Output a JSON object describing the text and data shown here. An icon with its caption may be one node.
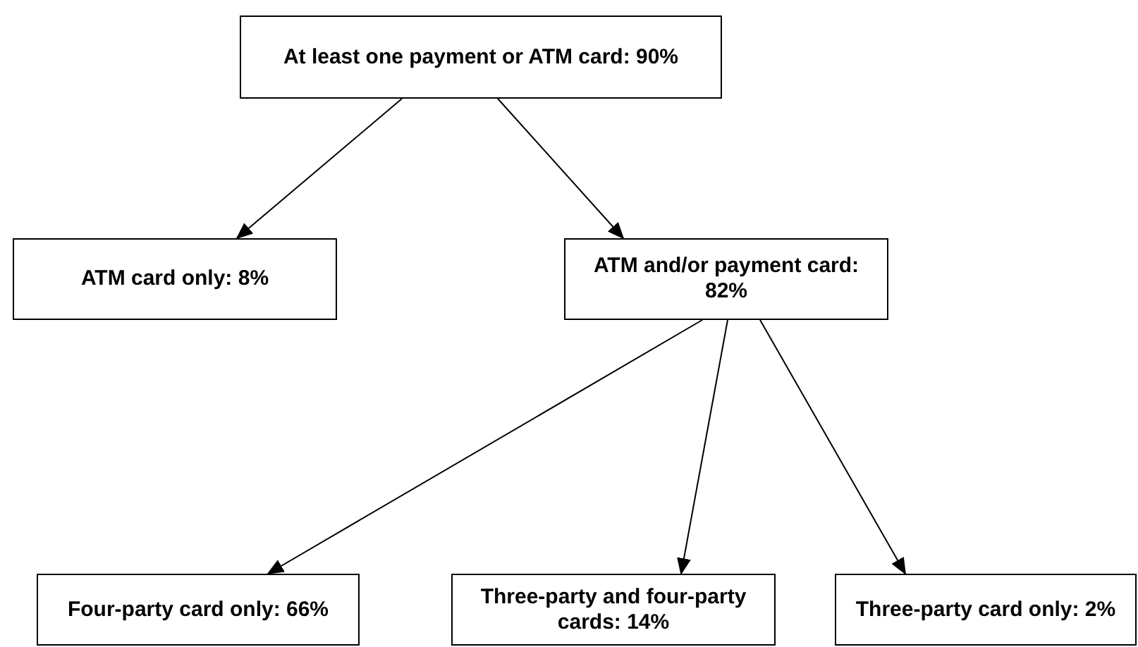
{
  "diagram": {
    "nodes": [
      {
        "text": [
          "At least one payment or ATM card: 90%"
        ]
      },
      {
        "text": [
          "ATM card only: 8%"
        ]
      },
      {
        "text": [
          "ATM and/or payment card: 82%"
        ]
      },
      {
        "text": [
          "Four-party card only: 66%"
        ]
      },
      {
        "text": [
          "Three-party and four-party cards: 14%"
        ]
      },
      {
        "text": [
          "Three-party card only: 2%"
        ]
      }
    ],
    "edges": [
      {
        "from": 0,
        "to": 1,
        "arrow": "to"
      },
      {
        "from": 0,
        "to": 2,
        "arrow": "to"
      },
      {
        "from": 2,
        "to": 3,
        "arrow": "to"
      },
      {
        "from": 2,
        "to": 4,
        "arrow": "to"
      },
      {
        "from": 2,
        "to": 5,
        "arrow": "to"
      }
    ]
  }
}
